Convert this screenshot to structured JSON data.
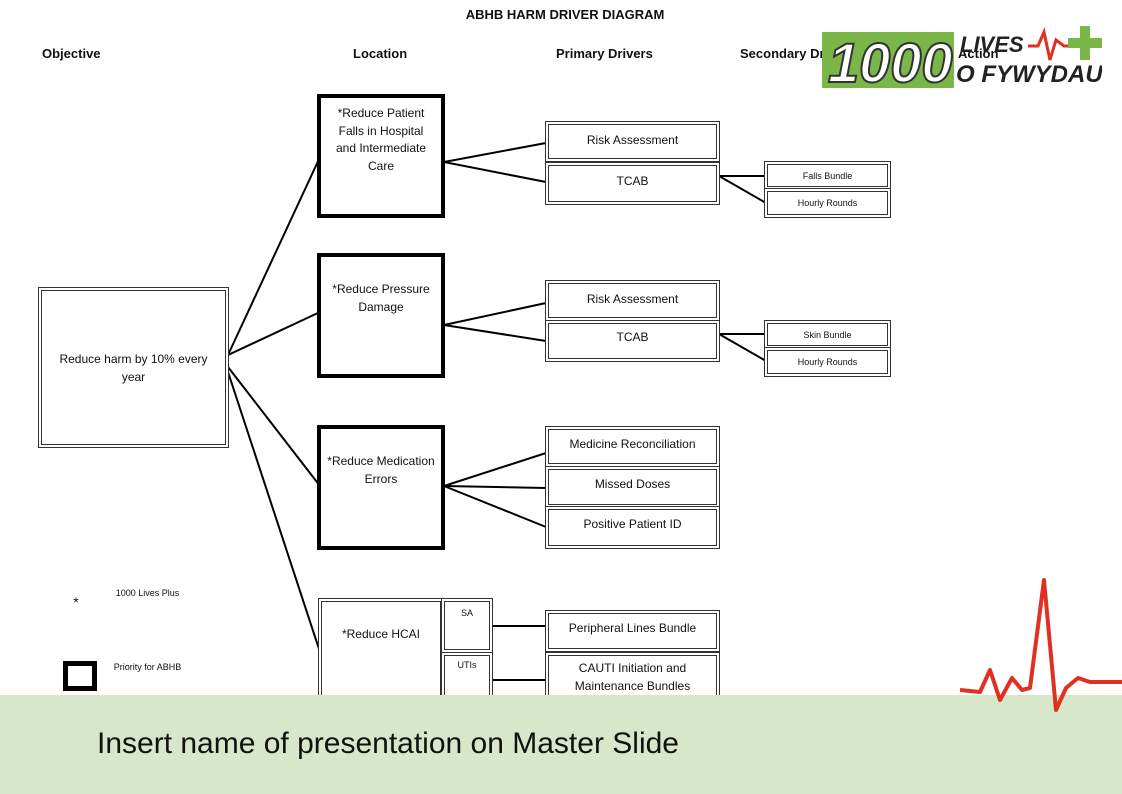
{
  "header": {
    "title": "ABHB HARM DRIVER DIAGRAM",
    "columns": {
      "objective": "Objective",
      "location": "Location",
      "primary": "Primary Drivers",
      "secondary": "Secondary Drivers",
      "action": "Action"
    }
  },
  "objective": {
    "text": "Reduce harm by 10% every year"
  },
  "locations": [
    {
      "text": "*Reduce Patient Falls in Hospital and Intermediate Care"
    },
    {
      "text": "*Reduce Pressure Damage"
    },
    {
      "text": "*Reduce Medication Errors"
    },
    {
      "text": "*Reduce HCAI",
      "sub": [
        "SA",
        "UTIs"
      ]
    }
  ],
  "primary_drivers": [
    {
      "text": "Risk Assessment"
    },
    {
      "text": "TCAB"
    },
    {
      "text": "Risk Assessment"
    },
    {
      "text": "TCAB"
    },
    {
      "text": "Medicine Reconciliation"
    },
    {
      "text": "Missed Doses"
    },
    {
      "text": "Positive Patient ID"
    },
    {
      "text": "Peripheral Lines Bundle"
    },
    {
      "text": "CAUTI Initiation and Maintenance Bundles"
    }
  ],
  "secondary_drivers": [
    {
      "text": "Falls Bundle"
    },
    {
      "text": "Hourly Rounds"
    },
    {
      "text": "Skin Bundle"
    },
    {
      "text": "Hourly Rounds"
    }
  ],
  "legend": {
    "star": "*",
    "star_label": "1000 Lives Plus",
    "square_label": "Priority for ABHB"
  },
  "logo": {
    "line1": "1000",
    "line2": "LIVES",
    "line3": "O FYWYDAU",
    "accent": "#e03020",
    "green": "#7ab648"
  },
  "footer": {
    "text": "Insert name of presentation on Master Slide",
    "band_color": "#d6e8c9"
  }
}
